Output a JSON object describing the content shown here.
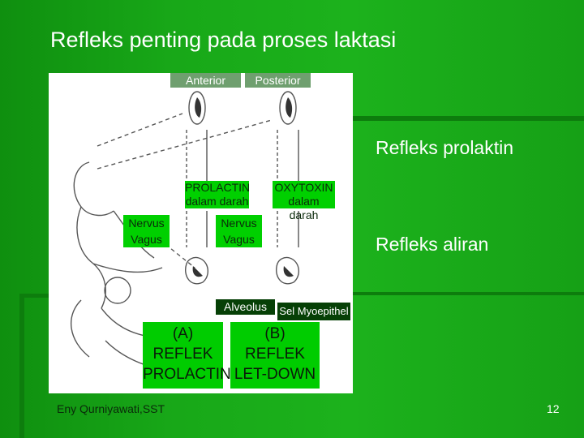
{
  "slide": {
    "title": "Refleks penting pada proses laktasi",
    "labels": {
      "anterior": "Anterior",
      "posterior": "Posterior",
      "prolactin_1": "PROLACTIN",
      "prolactin_2": "dalam darah",
      "oxytoxin_1": "OXYTOXIN",
      "oxytoxin_2": "dalam darah",
      "nervus_vagus_left_1": "Nervus",
      "nervus_vagus_left_2": "Vagus",
      "nervus_vagus_right_1": "Nervus",
      "nervus_vagus_right_2": "Vagus",
      "alveolus": "Alveolus",
      "sel_myoepithel": "Sel Myoepithel"
    },
    "reflek_a": {
      "line1": "(A)",
      "line2": "REFLEK",
      "line3": "PROLACTIN"
    },
    "reflek_b": {
      "line1": "(B)",
      "line2": "REFLEK",
      "line3": "LET-DOWN"
    },
    "side": {
      "prolaktin": "Refleks prolaktin",
      "aliran": "Refleks aliran"
    },
    "footer": {
      "author": "Eny Qurniyawati,SST",
      "page": "12"
    }
  }
}
